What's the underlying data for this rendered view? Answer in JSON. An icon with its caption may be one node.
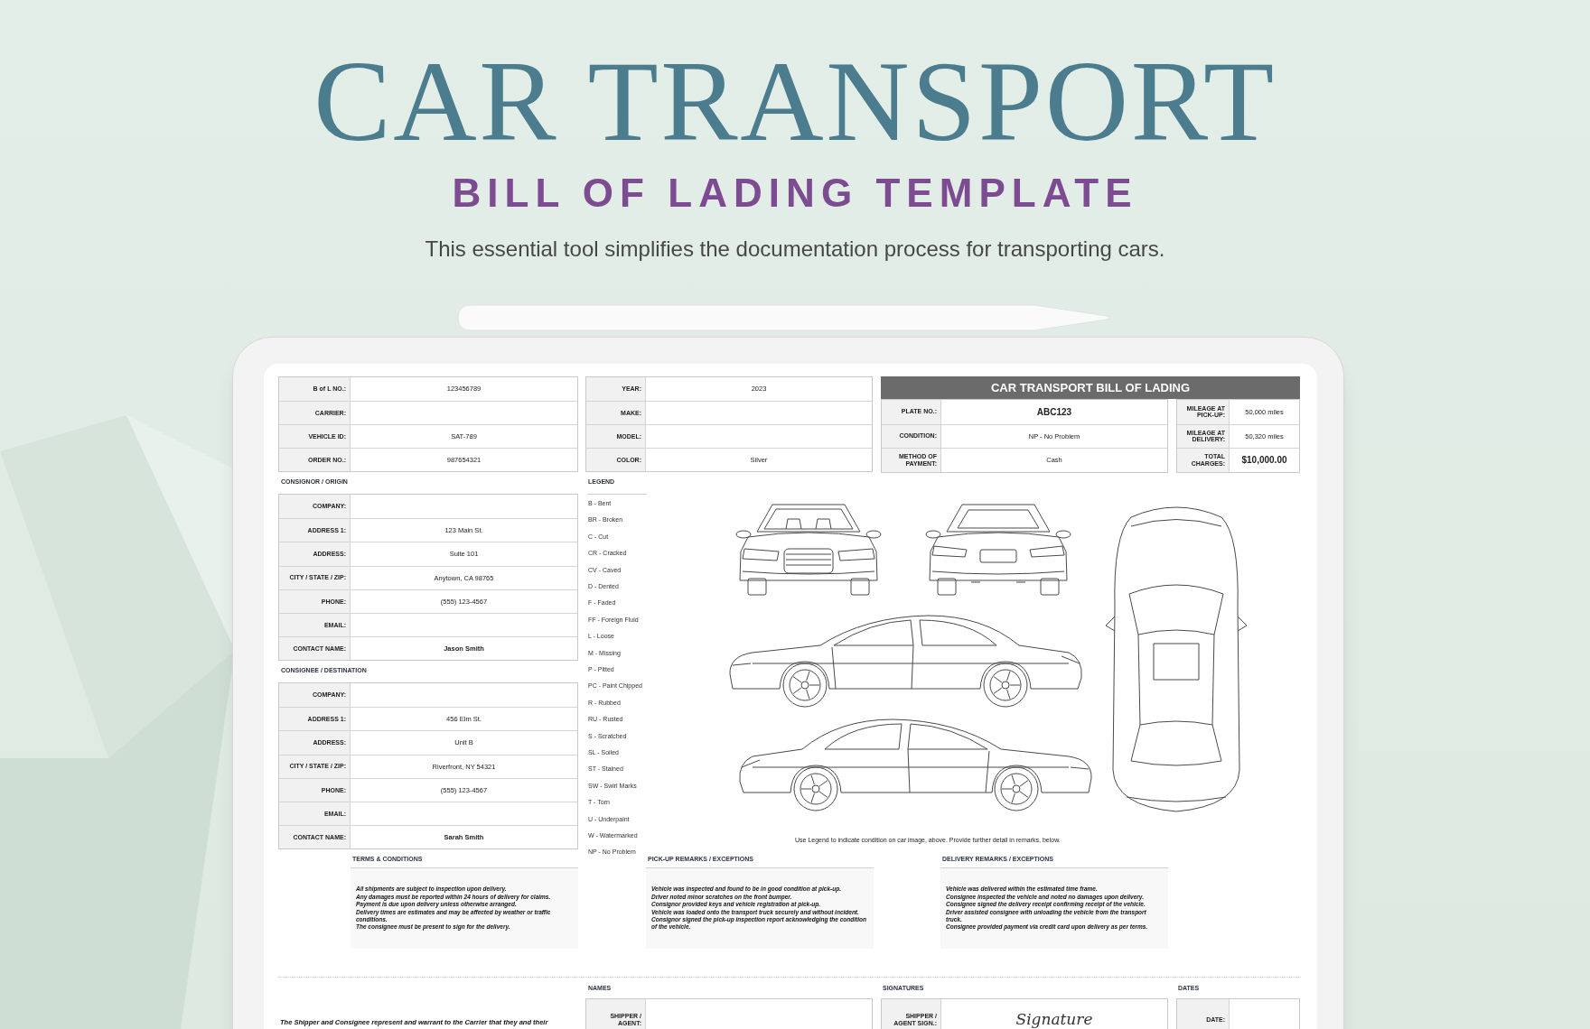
{
  "diagram": {
    "title": "CAR TRANSPORT",
    "labels": [
      "BILL OF LADING TEMPLATE",
      "This essential tool simplifies the documentation process for transporting cars.",
      "B of L NO.:",
      "123456789",
      "CARRIER:",
      "VEHICLE ID:",
      "SAT-789",
      "ORDER NO.:",
      "987654321",
      "YEAR:",
      "2023",
      "MAKE:",
      "MODEL:",
      "COLOR:",
      "Silver",
      "CAR TRANSPORT BILL OF LADING",
      "PLATE NO.:",
      "ABC123",
      "CONDITION:",
      "NP - No Problem",
      "METHOD OF PAYMENT:",
      "Cash",
      "MILEAGE AT PICK-UP:",
      "50,000 miles",
      "MILEAGE AT DELIVERY:",
      "50,320 miles",
      "TOTAL CHARGES:",
      "$10,000.00",
      "CONSIGNOR / ORIGIN",
      "COMPANY:",
      "ADDRESS 1:",
      "123 Main St.",
      "ADDRESS:",
      "Suite 101",
      "CITY / STATE / ZIP:",
      "Anytown, CA 98765",
      "PHONE:",
      "(555) 123-4567",
      "EMAIL:",
      "CONTACT NAME:",
      "Jason Smith",
      "CONSIGNEE / DESTINATION",
      "COMPANY:",
      "ADDRESS 1:",
      "456 Elm St.",
      "ADDRESS:",
      "Unit B",
      "CITY / STATE / ZIP:",
      "Riverfront, NY 54321",
      "PHONE:",
      "(555) 123-4567",
      "EMAIL:",
      "CONTACT NAME:",
      "Sarah Smith",
      "LEGEND",
      "B - Bent",
      "BR - Broken",
      "C - Cut",
      "CR - Cracked",
      "CV - Caved",
      "D - Dented",
      "F - Faded",
      "FF - Foreign Fluid",
      "L - Loose",
      "M - Missing",
      "P - Pitted",
      "PC - Paint Chipped",
      "R - Rubbed",
      "RU - Rusted",
      "S - Scratched",
      "SL - Soiled",
      "ST - Stained",
      "SW - Swirl Marks",
      "T - Torn",
      "U - Underpaint",
      "W - Watermarked",
      "NP - No Problem",
      "Use Legend to indicate condition on car image, above.  Provide further detail in remarks, below.",
      "TERMS & CONDITIONS",
      "All shipments are subject to inspection upon delivery.",
      "Any damages must be reported within 24 hours of delivery for claims.",
      "Payment is due upon delivery unless otherwise arranged.",
      "Delivery times are estimates and may be affected by weather or traffic conditions.",
      "The consignee must be present to sign for the delivery.",
      "PICK-UP REMARKS / EXCEPTIONS",
      "Vehicle was inspected and found to be in good condition at pick-up.",
      "Driver noted minor scratches on the front bumper.",
      "Consignor provided keys and vehicle registration at pick-up.",
      "Vehicle was loaded onto the transport truck securely and without incident.",
      "Consignor signed the pick-up inspection report acknowledging the condition of the vehicle.",
      "DELIVERY REMARKS / EXCEPTIONS",
      "Vehicle was delivered within the estimated time frame.",
      "Consignee inspected the vehicle and noted no damages upon delivery.",
      "Consignee signed the delivery receipt confirming receipt of the vehicle.",
      "Driver assisted consignee with unloading the vehicle from the transport truck.",
      "Consignee provided payment via credit card upon delivery as per terms.",
      "NAMES",
      "SHIPPER / AGENT:",
      "SIGNATURES",
      "SHIPPER / AGENT SIGN.:",
      "Signature",
      "DATES",
      "DATE:",
      "The Shipper and Consignee represent and warrant to the Carrier that they and their"
    ]
  }
}
